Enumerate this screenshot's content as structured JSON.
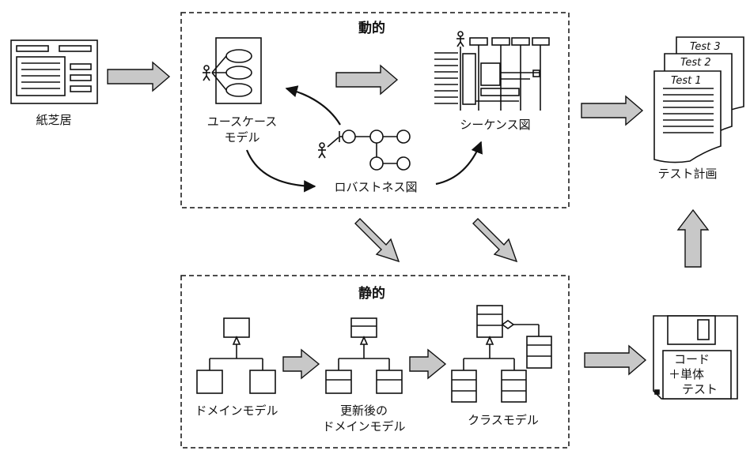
{
  "labels": {
    "paper_prototype": "紙芝居",
    "use_case_model": "ユースケース",
    "use_case_model_line2": "モデル",
    "robustness": "ロバストネス図",
    "sequence": "シーケンス図",
    "dynamic_title": "動的",
    "static_title": "静的",
    "domain_model": "ドメインモデル",
    "updated_domain_line1": "更新後の",
    "updated_domain_line2": "ドメインモデル",
    "class_model": "クラスモデル",
    "test_plan": "テスト計画",
    "disk_line1": "コード",
    "disk_line2": "＋単体",
    "disk_line3": "テスト"
  },
  "test_pages": [
    "Test 3",
    "Test 2",
    "Test 1"
  ],
  "colors": {
    "arrow_fill": "#c8c8c8",
    "stroke": "#111111",
    "background": "#ffffff"
  }
}
